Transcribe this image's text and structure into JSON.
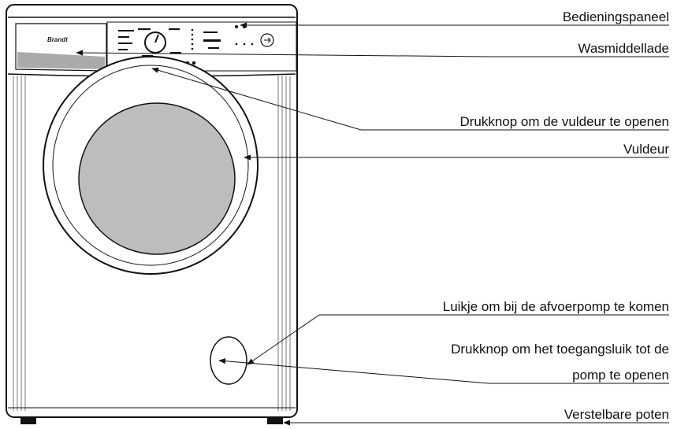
{
  "appliance": {
    "brand": "Brandt"
  },
  "callouts": [
    {
      "id": "control-panel",
      "label": "Bedieningspaneel"
    },
    {
      "id": "detergent-drawer",
      "label": "Wasmiddellade"
    },
    {
      "id": "door-button",
      "label": "Drukknop om de vuldeur te openen"
    },
    {
      "id": "door",
      "label": "Vuldeur"
    },
    {
      "id": "pump-hatch",
      "label": "Luikje om bij de afvoerpomp te komen"
    },
    {
      "id": "pump-hatch-button",
      "label_line1": "Drukknop om het toegangsluik tot de",
      "label_line2": "pomp te openen"
    },
    {
      "id": "feet",
      "label": "Verstelbare poten"
    }
  ]
}
